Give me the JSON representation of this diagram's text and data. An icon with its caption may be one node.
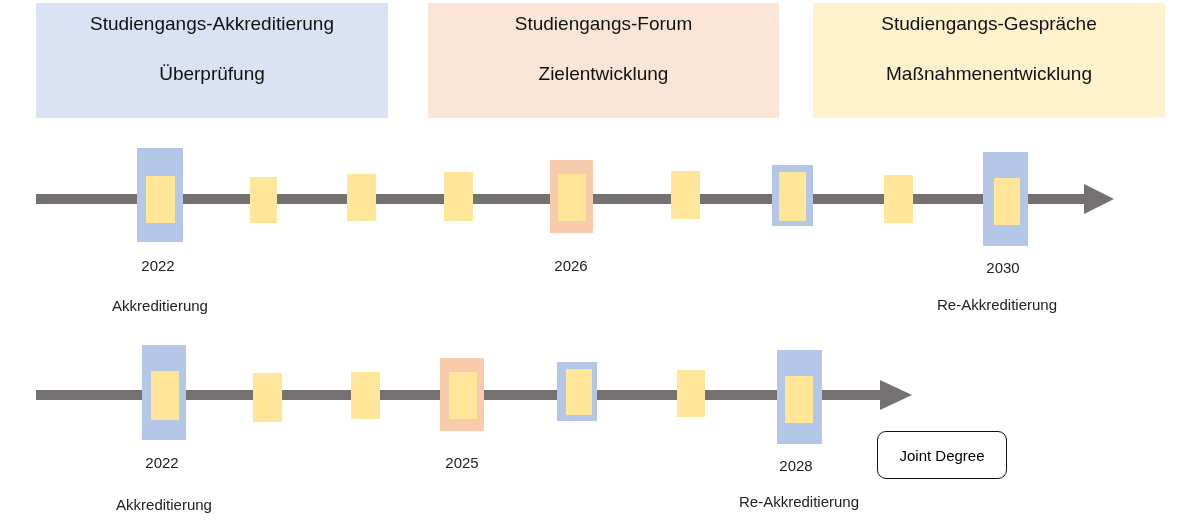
{
  "diagram": {
    "nodes": [
      {
        "text": [
          "Studiengangs-Akkreditierung",
          "Überprüfung"
        ]
      },
      {
        "text": [
          "Studiengangs-Forum",
          "Zielentwicklung"
        ]
      },
      {
        "text": [
          "Studiengangs-Gespräche",
          "Maßnahmenentwicklung"
        ]
      },
      {
        "text": [
          "Joint Degree"
        ]
      }
    ],
    "edges": [],
    "labels": [
      "2022",
      "2026",
      "2030",
      "Akkreditierung",
      "Re-Akkreditierung",
      "2022",
      "2025",
      "2028",
      "Akkreditierung",
      "Re-Akkreditierung"
    ]
  }
}
